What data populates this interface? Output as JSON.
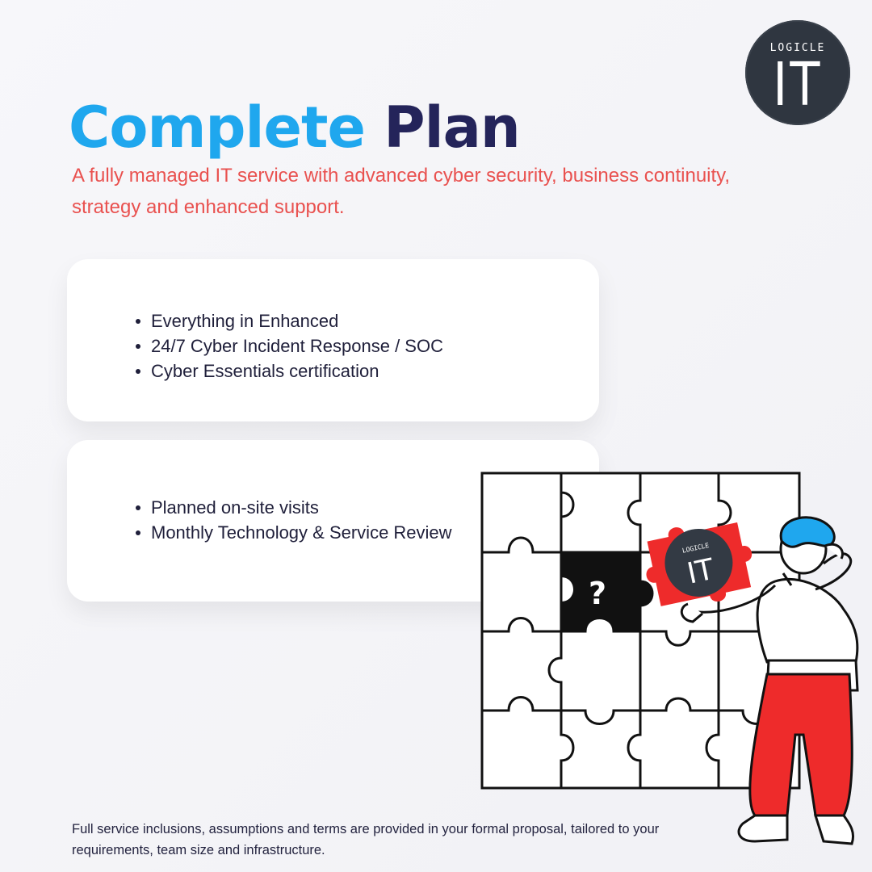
{
  "logo": {
    "small": "LOGICLE",
    "big": "IT"
  },
  "title": {
    "word1": "Complete",
    "word2": "Plan"
  },
  "subtitle": "A fully managed IT service with advanced cyber security, business continuity, strategy and enhanced support.",
  "card1": {
    "items": [
      "Everything in Enhanced",
      "24/7 Cyber Incident Response / SOC",
      "Cyber Essentials certification"
    ]
  },
  "card2": {
    "items": [
      "Planned on-site visits",
      "Monthly Technology & Service Review"
    ]
  },
  "illustration": {
    "question_mark": "?",
    "piece_logo_small": "LOGICLE",
    "piece_logo_big": "IT"
  },
  "footer": "Full service inclusions, assumptions and terms are provided in your formal proposal, tailored to your requirements, team size and infrastructure.",
  "colors": {
    "accent_blue": "#1fa7ee",
    "navy": "#24245a",
    "coral": "#e9514f",
    "red": "#ee2b2b"
  }
}
